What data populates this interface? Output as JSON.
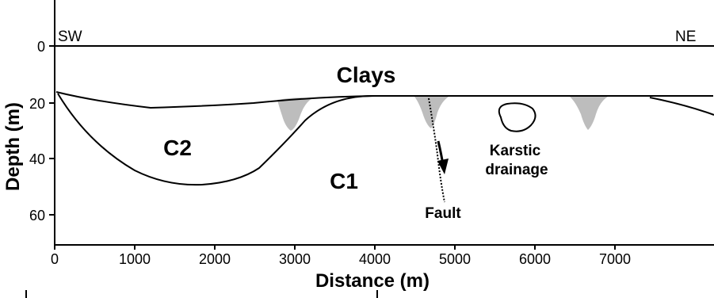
{
  "axes": {
    "xlabel": "Distance (m)",
    "ylabel": "Depth (m)",
    "x_ticks": [
      "0",
      "1000",
      "2000",
      "3000",
      "4000",
      "5000",
      "6000",
      "7000"
    ],
    "y_ticks": [
      "0",
      "20",
      "40",
      "60"
    ]
  },
  "directions": {
    "left": "SW",
    "right": "NE"
  },
  "units": {
    "top": "Clays",
    "c2": "C2",
    "c1": "C1"
  },
  "features": {
    "fault": "Fault",
    "karst_line1": "Karstic",
    "karst_line2": "drainage"
  },
  "colors": {
    "line": "#000000",
    "sinkhole_fill": "#bdbdbd",
    "background": "#ffffff"
  }
}
